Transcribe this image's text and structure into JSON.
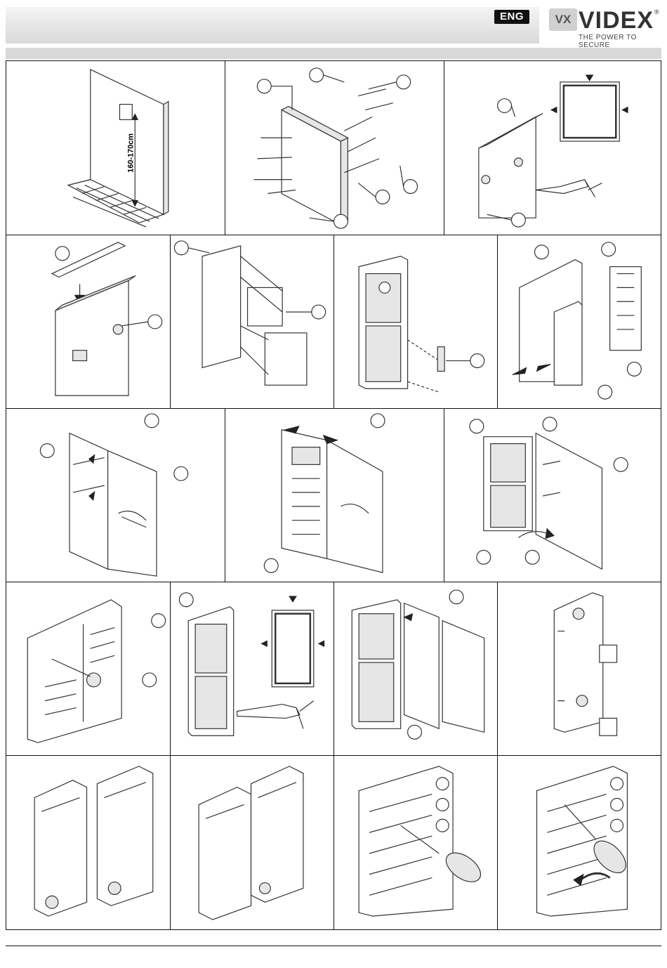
{
  "header": {
    "language_badge": "ENG",
    "brand_mark": "VX",
    "brand_name": "VIDEX",
    "brand_registered": "®",
    "brand_tagline": "THE POWER TO SECURE"
  },
  "figure": {
    "height_label": "160-170cm",
    "panel_icons": [
      "wall-mount-height",
      "backbox-screws",
      "sealant-gun",
      "rain-hood",
      "module-frame",
      "module-insert",
      "module-slide",
      "hinge-left",
      "panel-slide",
      "panel-open",
      "screw-fix",
      "sealant-gun-2",
      "hinge-join",
      "backbox",
      "backbox-pair",
      "backbox-pair-2",
      "screwdriver-insert",
      "screwdriver-rotate"
    ]
  }
}
